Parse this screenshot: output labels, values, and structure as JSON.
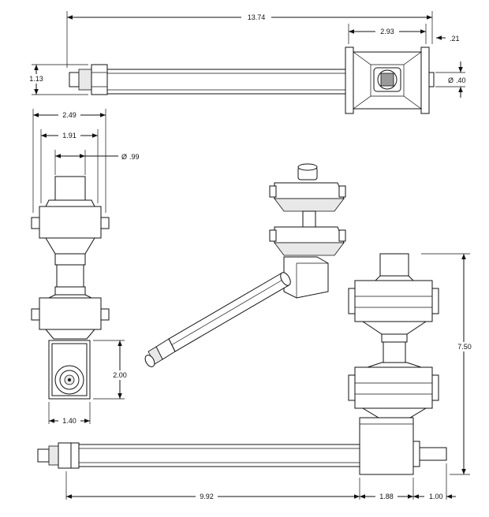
{
  "dimensions": {
    "top_overall_length": "13.74",
    "top_flange_width": "2.93",
    "top_end_offset": ".21",
    "top_height": "1.13",
    "top_pin_diameter_symbol": "Ø",
    "top_pin_diameter": ".40",
    "left_overall_width": "2.49",
    "left_body_width": "1.91",
    "left_tube_diameter_symbol": "Ø",
    "left_tube_diameter": ".99",
    "left_block_height": "2.00",
    "left_block_width": "1.40",
    "bottom_tube_length": "9.92",
    "bottom_block_length": "1.88",
    "bottom_pin_length": "1.00",
    "right_overall_height": "7.50"
  },
  "colors": {
    "line": "#111111",
    "fill": "#ffffff",
    "shade": "#e8e8e8",
    "dark": "#9a9a9a"
  }
}
